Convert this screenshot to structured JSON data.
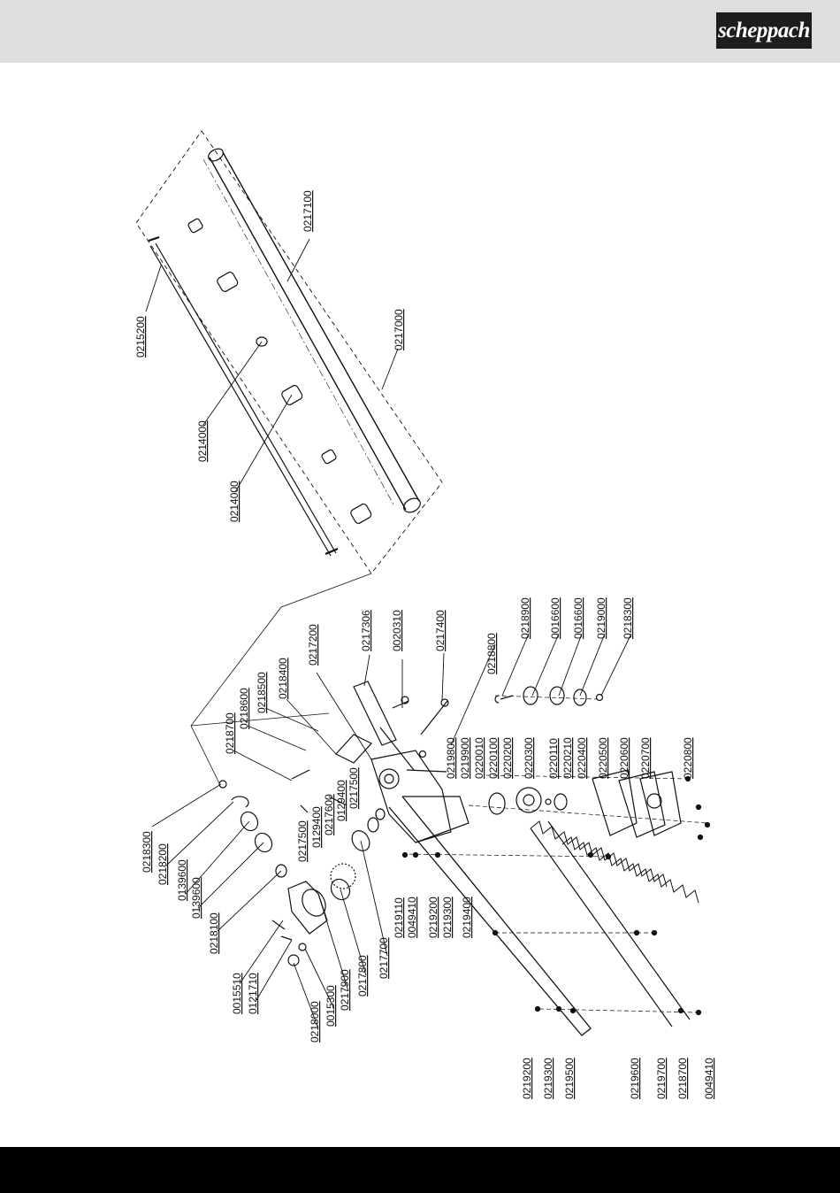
{
  "brand": {
    "logo_text": "scheppach",
    "colors": {
      "header_bg": "#dededf",
      "logo_bg": "#1d1d1b",
      "footer_bg": "#000000"
    }
  },
  "drawing": {
    "type": "exploded-parts-diagram",
    "labels": [
      "0217100",
      "0215200",
      "0217000",
      "0214000",
      "0214000",
      "0217306",
      "0020310",
      "0217400",
      "0218800",
      "0218900",
      "0016600",
      "0016600",
      "0219000",
      "0218300",
      "0217200",
      "0218400",
      "0218500",
      "0218600",
      "0218700",
      "0217500",
      "0129400",
      "0217600",
      "0129400",
      "0217500",
      "0219800",
      "0219900",
      "0220010",
      "0220100",
      "0220200",
      "0220300",
      "0220110",
      "0220210",
      "0220400",
      "0220500",
      "0220600",
      "0220700",
      "0220800",
      "0218300",
      "0218200",
      "0139600",
      "0139600",
      "0218100",
      "0015510",
      "0121710",
      "0218000",
      "0015300",
      "0217900",
      "0217800",
      "0217700",
      "0219110",
      "0049410",
      "0219200",
      "0219300",
      "0219400",
      "0219200",
      "0219300",
      "0219500",
      "0219600",
      "0219700",
      "0218700",
      "0049410"
    ]
  }
}
